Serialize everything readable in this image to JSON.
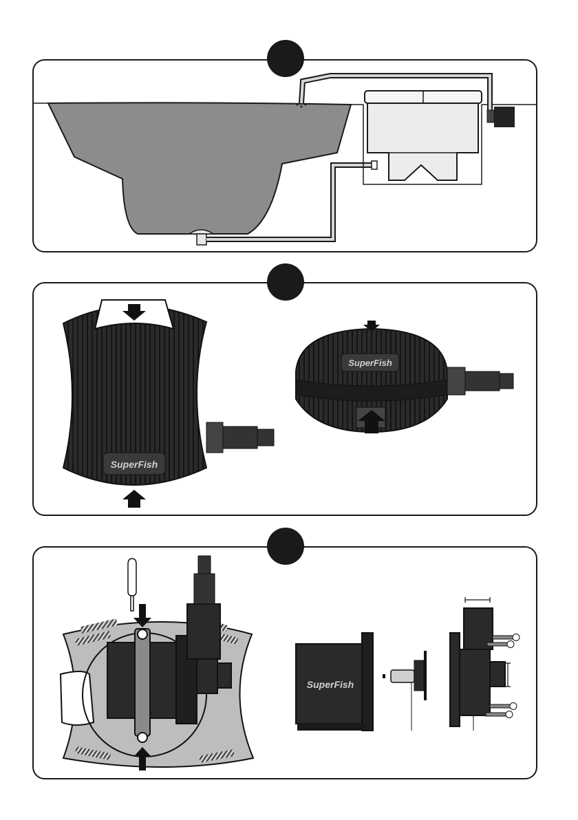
{
  "steps": [
    {
      "id": 1,
      "scene": "pond-and-filter"
    },
    {
      "id": 2,
      "scene": "pump-placement"
    },
    {
      "id": 3,
      "scene": "pump-assembly"
    }
  ],
  "brand": {
    "name": "SuperFish",
    "mark": "®"
  },
  "colors": {
    "ink": "#1a1a1a",
    "water": "#8c8c8c",
    "pump": "#2a2a2a",
    "tank": "#ececec",
    "hose": "#cfcfcf"
  }
}
